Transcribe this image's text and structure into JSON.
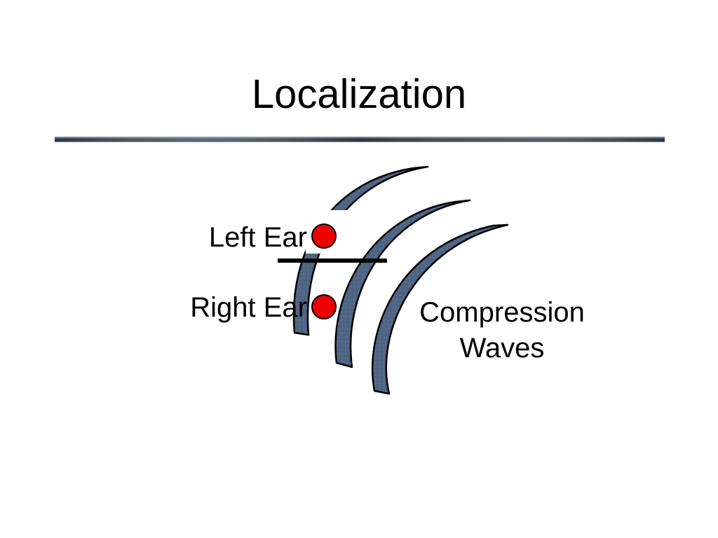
{
  "slide": {
    "title": "Localization"
  },
  "diagram": {
    "left_ear_label": "Left Ear",
    "right_ear_label": "Right Ear",
    "waves_label_line1": "Compression",
    "waves_label_line2": "Waves"
  },
  "colors": {
    "ear_fill": "#ee0000",
    "wave_fill": "#4f6584",
    "wave_stroke": "#000000",
    "head_line": "#000000"
  }
}
